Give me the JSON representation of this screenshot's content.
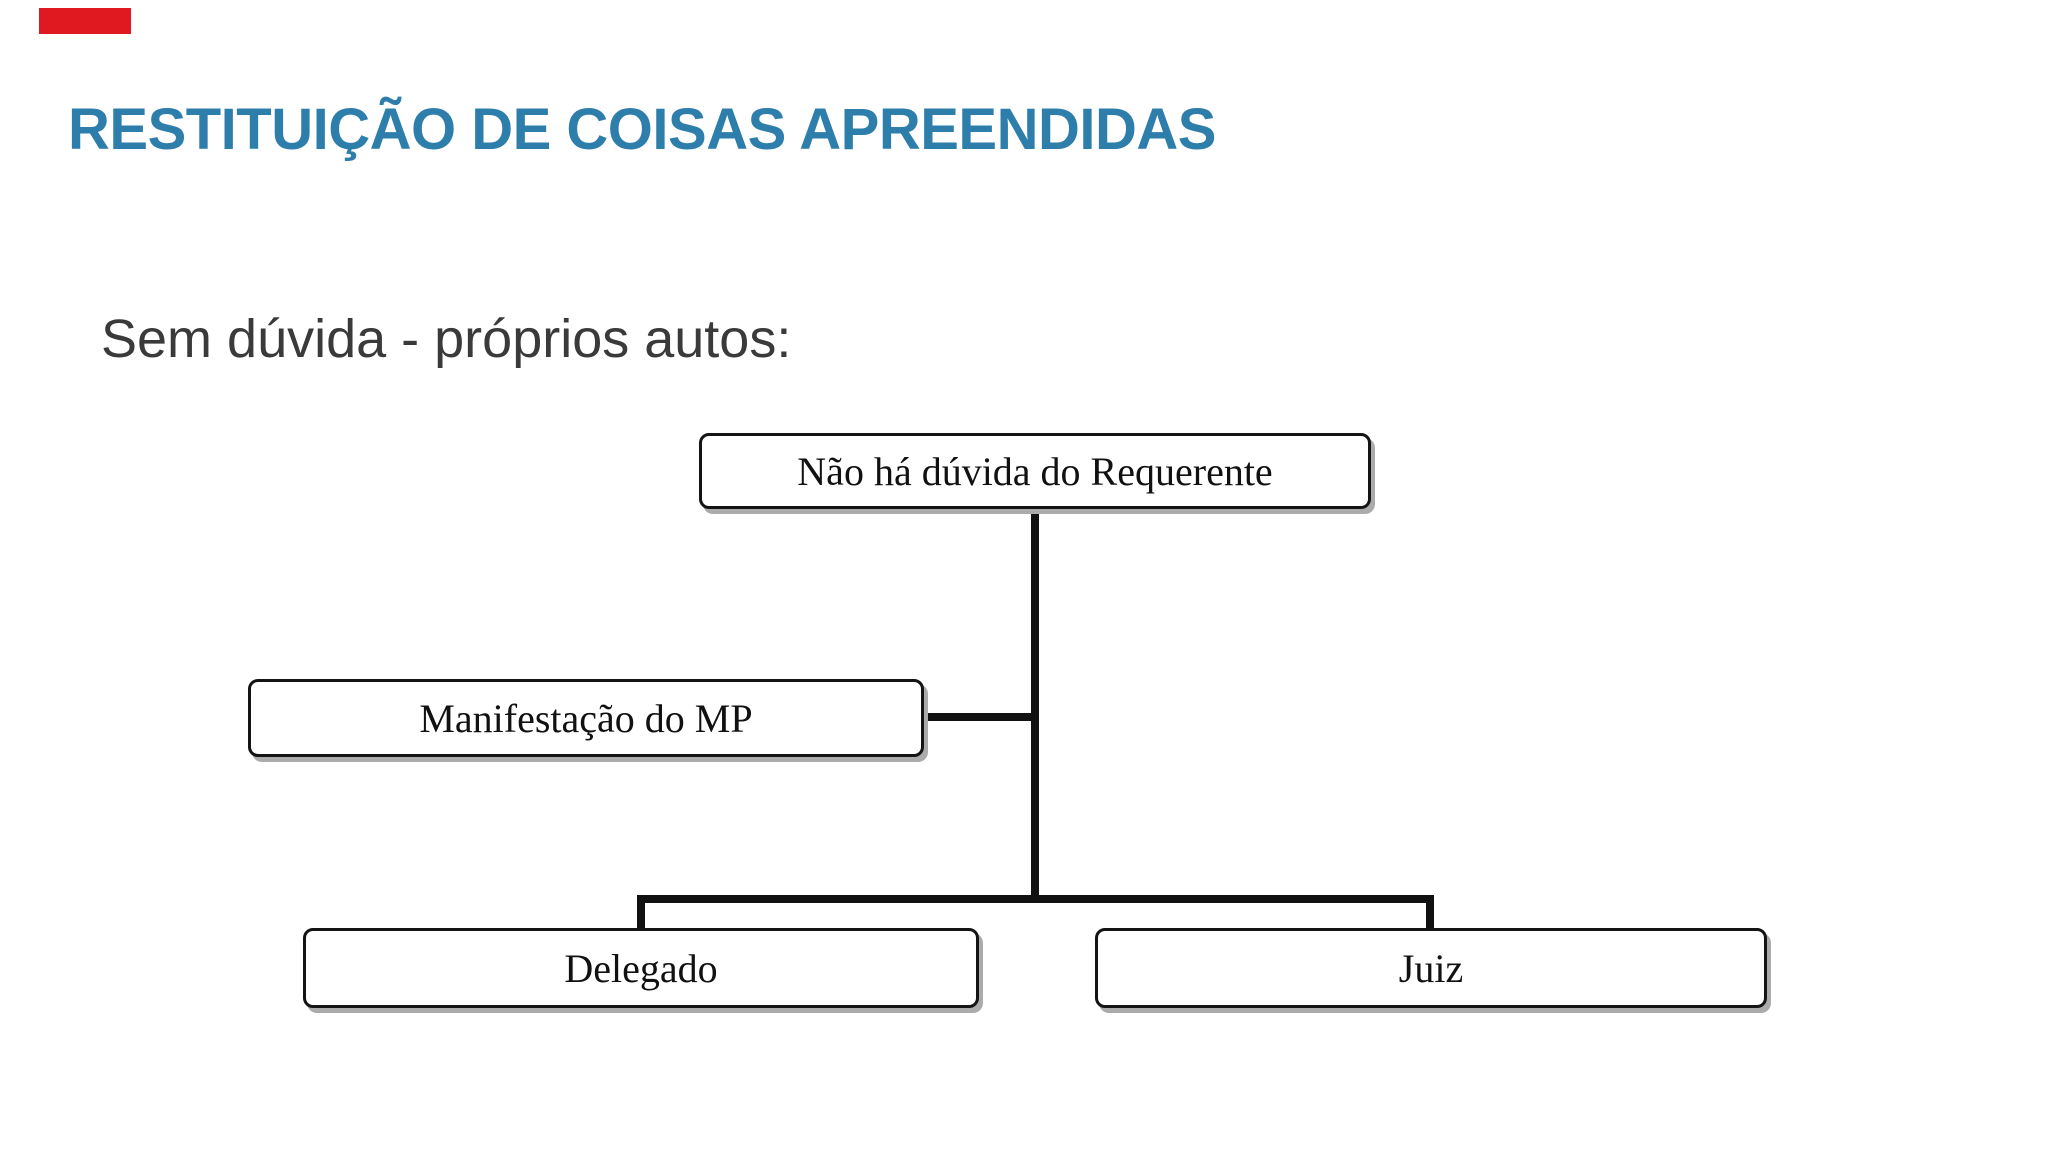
{
  "slide": {
    "title": "RESTITUIÇÃO DE COISAS APREENDIDAS",
    "subtitle": "Sem dúvida - próprios autos:",
    "colors": {
      "title_blue": "#2e7eac",
      "subtitle_gray": "#3a3a3a",
      "accent_bar_red": "#e0181f",
      "diagram_line_black": "#111111",
      "node_shadow_gray": "#ababab",
      "node_fill": "#ffffff"
    }
  },
  "diagram": {
    "type": "flowchart",
    "nodes": [
      {
        "id": "requerente",
        "label": "Não há dúvida do Requerente"
      },
      {
        "id": "mp",
        "label": "Manifestação do MP"
      },
      {
        "id": "delegado",
        "label": "Delegado"
      },
      {
        "id": "juiz",
        "label": "Juiz"
      }
    ],
    "edges": [
      {
        "from": "requerente",
        "to": "delegado"
      },
      {
        "from": "requerente",
        "to": "juiz"
      },
      {
        "from": "mp",
        "to": "requerente-trunk",
        "note": "side connector into vertical trunk"
      }
    ]
  }
}
